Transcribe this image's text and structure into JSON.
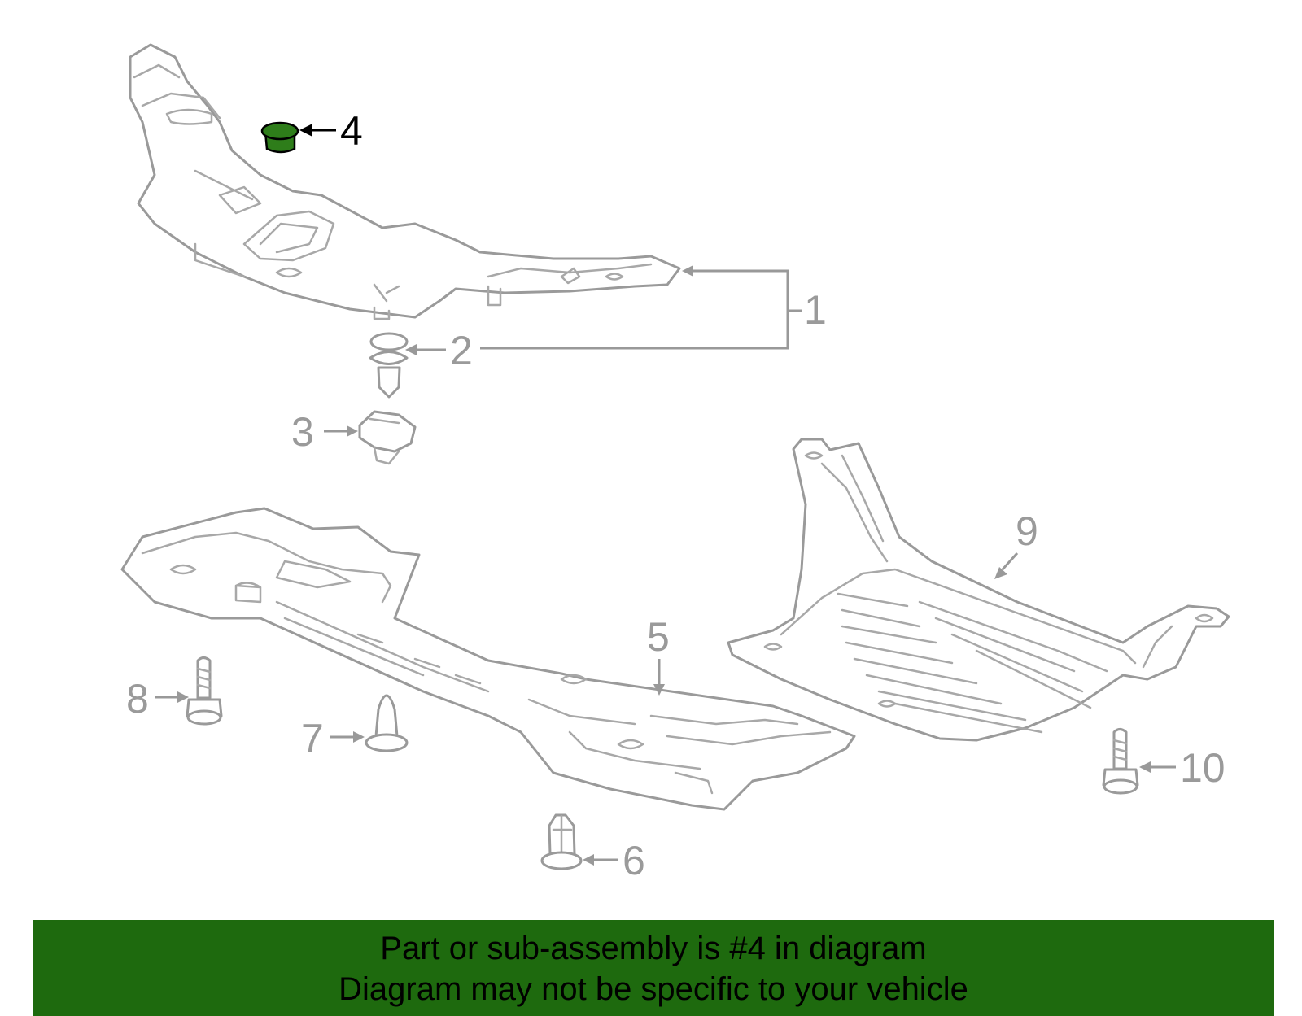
{
  "diagram": {
    "callouts": [
      {
        "id": "1",
        "label": "1"
      },
      {
        "id": "2",
        "label": "2"
      },
      {
        "id": "3",
        "label": "3"
      },
      {
        "id": "4",
        "label": "4"
      },
      {
        "id": "5",
        "label": "5"
      },
      {
        "id": "6",
        "label": "6"
      },
      {
        "id": "7",
        "label": "7"
      },
      {
        "id": "8",
        "label": "8"
      },
      {
        "id": "9",
        "label": "9"
      },
      {
        "id": "10",
        "label": "10"
      }
    ],
    "highlighted_part": "4"
  },
  "banner": {
    "line1": "Part or sub-assembly is #4 in diagram",
    "line2": "Diagram may not be specific to your vehicle"
  },
  "colors": {
    "highlight": "#2e7d1a",
    "banner_background": "#1e6a0e",
    "line_art": "#9a9a9a"
  }
}
